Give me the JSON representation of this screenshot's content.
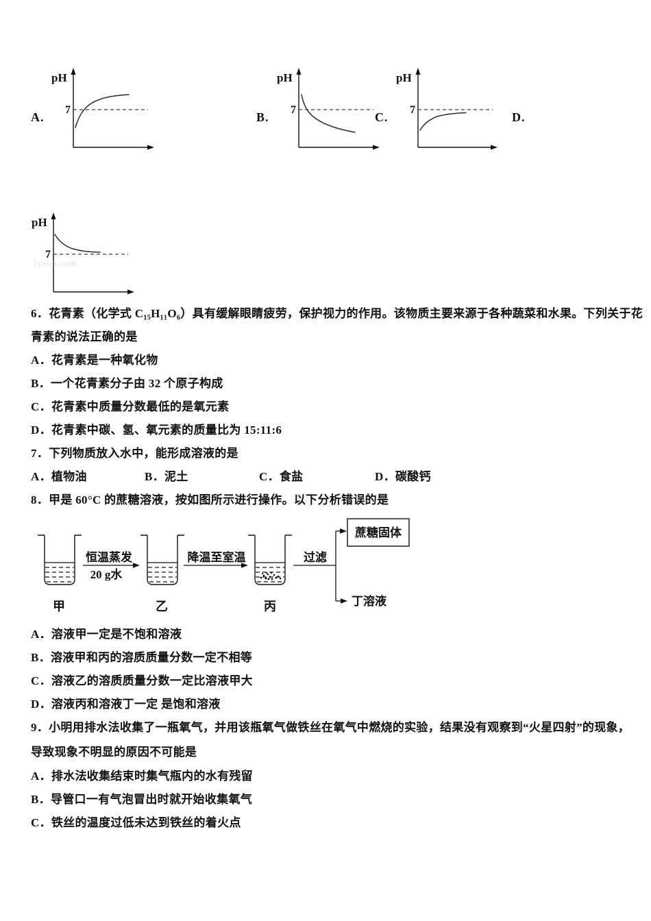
{
  "graphs": {
    "axis_label": "pH",
    "ref_tick": "7",
    "letters": [
      "A.",
      "B.",
      "C.",
      "D."
    ],
    "watermark": "Jyeoo.com"
  },
  "chart_data": [
    {
      "option": "A",
      "type": "line",
      "ylabel": "pH",
      "reference_line": 7,
      "shape": "starts below 7, rises steeply, crosses the dashed pH=7 line, levels off above 7",
      "approx_points": [
        [
          0,
          4.0
        ],
        [
          0.15,
          7.0
        ],
        [
          0.45,
          8.7
        ],
        [
          1,
          9.4
        ]
      ]
    },
    {
      "option": "B",
      "type": "line",
      "ylabel": "pH",
      "reference_line": 7,
      "shape": "starts above 7, falls steeply, crosses the dashed pH=7 line, levels off below 7",
      "approx_points": [
        [
          0,
          9.8
        ],
        [
          0.15,
          7.0
        ],
        [
          0.45,
          5.2
        ],
        [
          1,
          4.3
        ]
      ]
    },
    {
      "option": "C",
      "type": "line",
      "ylabel": "pH",
      "reference_line": 7,
      "shape": "starts below 7, rises and approaches 7 asymptotically without crossing",
      "approx_points": [
        [
          0,
          4.2
        ],
        [
          0.35,
          6.1
        ],
        [
          1,
          6.7
        ]
      ]
    },
    {
      "option": "D",
      "type": "line",
      "ylabel": "pH",
      "reference_line": 7,
      "shape": "starts above 7, falls and approaches 7 asymptotically without crossing",
      "approx_points": [
        [
          0,
          9.6
        ],
        [
          0.35,
          7.9
        ],
        [
          1,
          7.2
        ]
      ]
    }
  ],
  "q6": {
    "stem_lines": [
      "6．花青素（化学式 C₁₅H₁₁O₆）具有缓解眼睛疲劳，保护视力的作用。该物质主要来源于各种蔬菜和水果。下列关于花",
      "青素的说法正确的是"
    ],
    "options": [
      "A．花青素是一种氧化物",
      "B．一个花青素分子由 32 个原子构成",
      "C．花青素中质量分数最低的是氧元素",
      "D．花青素中碳、氢、氧元素的质量比为 15:11:6"
    ]
  },
  "q7": {
    "stem": "7．下列物质放入水中，能形成溶液的是",
    "options": [
      "A．植物油",
      "B．泥土",
      "C．食盐",
      "D．碳酸钙"
    ]
  },
  "q8": {
    "stem": "8．甲是 60°C 的蔗糖溶液，按如图所示进行操作。以下分析错误的是",
    "diagram": {
      "beaker_labels": [
        "甲",
        "乙",
        "丙"
      ],
      "step1_line1": "恒温蒸发",
      "step1_line2": "20 g水",
      "step2": "降温至室温",
      "filter_label": "过滤",
      "solid_label": "蔗糖固体",
      "solution_label": "丁溶液"
    },
    "options": [
      "A．溶液甲一定是不饱和溶液",
      "B．溶液甲和丙的溶质质量分数一定不相等",
      "C．溶液乙的溶质质量分数一定比溶液甲大",
      "D．溶液丙和溶液丁一定 是饱和溶液"
    ]
  },
  "q9": {
    "stem_lines": [
      "9．小明用排水法收集了一瓶氧气，并用该瓶氧气做铁丝在氧气中燃烧的实验，结果没有观察到“火星四射”的现象，",
      "导致现象不明显的原因不可能是"
    ],
    "options": [
      "A．排水法收集结束时集气瓶内的水有残留",
      "B．导管口一有气泡冒出时就开始收集氧气",
      "C．铁丝的温度过低未达到铁丝的着火点"
    ]
  }
}
